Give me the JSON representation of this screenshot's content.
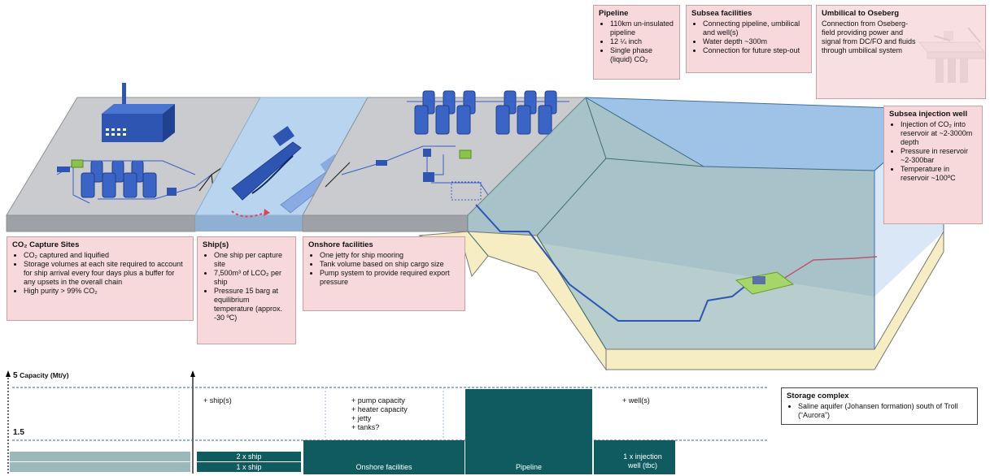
{
  "boxes": {
    "capture": {
      "title": "CO₂ Capture Sites",
      "items": [
        "CO₂ captured and liquified",
        "Storage volumes at each site required to account for ship arrival every four days plus a buffer for any upsets in the overall chain",
        "High purity > 99% CO₂"
      ]
    },
    "ship": {
      "title": "Ship(s)",
      "items": [
        "One ship per capture site",
        "7,500m³ of LCO₂ per ship",
        "Pressure 15 barg at equilibrium temperature (approx. -30 ºC)"
      ]
    },
    "onshore": {
      "title": "Onshore facilities",
      "items": [
        "One jetty for ship mooring",
        "Tank volume based on ship cargo size",
        "Pump system to provide required export pressure"
      ]
    },
    "pipeline": {
      "title": "Pipeline",
      "items": [
        "110km un-insulated pipeline",
        "12 ¼ inch",
        "Single phase (liquid) CO₂"
      ]
    },
    "subsea": {
      "title": "Subsea facilities",
      "items": [
        "Connecting pipeline, umbilical and well(s)",
        "Water depth ~300m",
        "Connection for future step-out"
      ]
    },
    "umbilical": {
      "title": "Umbilical to Oseberg",
      "body": "Connection from Oseberg-field providing power and signal from DC/FO and fluids through umbilical system"
    },
    "injection": {
      "title": "Subsea injection well",
      "items": [
        "Injection of CO₂ into reservoir at ~2-3000m depth",
        "Pressure in reservoir ~2-300bar",
        "Temperature in reservoir ~100ºC"
      ]
    },
    "storage": {
      "title": "Storage complex",
      "items": [
        "Saline aquifer (Johansen formation) south of Troll (“Aurora”)"
      ]
    }
  },
  "capacity": {
    "axis_value": "5",
    "axis_label": "Capacity (Mt/y)",
    "level_label": "1.5",
    "ship_add": "+ ship(s)",
    "onshore_add": [
      "+ pump capacity",
      "+ heater capacity",
      "+ jetty",
      "+ tanks?"
    ],
    "well_add": "+ well(s)",
    "ship_2": "2 x ship",
    "ship_1": "1 x ship",
    "onshore": "Onshore facilities",
    "pipeline": "Pipeline",
    "well": "1 x injection well (tbc)"
  },
  "colors": {
    "teal": "#0f5b5f",
    "pink_box": "#f7d9dc",
    "ground": "#c4c6c9",
    "water": "#9ec3e6",
    "tank": "#3a64c6",
    "seabed": "#f6edc2"
  }
}
